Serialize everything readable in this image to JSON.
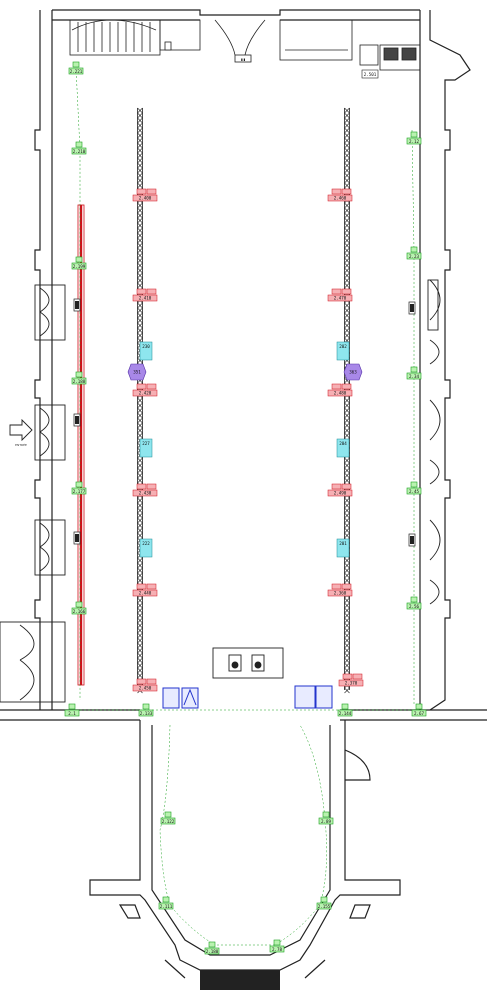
{
  "entrance_label": "ENTRÉE",
  "title_block": {
    "label": "2.501"
  },
  "green_points": [
    "2.221",
    "2.210",
    "2.199",
    "2.188",
    "2.177",
    "2.166",
    "2.1",
    "2.12",
    "2.23",
    "2.34",
    "2.45",
    "2.56",
    "2.67",
    "2.144",
    "2.133",
    "2.122",
    "2.111",
    "2.180",
    "2.78",
    "2.89",
    "2.155"
  ],
  "cyan_tags": [
    "230",
    "227",
    "222",
    "202",
    "204",
    "201"
  ],
  "red_tags": [
    "2.400",
    "2.410",
    "2.420",
    "2.430",
    "2.440",
    "2.450",
    "2.460",
    "2.470",
    "2.480",
    "2.490",
    "2.360",
    "2.370"
  ],
  "violet_tags": [
    "351",
    "363"
  ],
  "colors": {
    "wall": "#222222",
    "green": "#19a01e",
    "green_fill": "#b9f2b0",
    "red": "#d0101a",
    "red_fill": "#f6b0b4",
    "cyan_fill": "#8ee6ee",
    "violet_fill": "#a888e8",
    "blue": "#2233cc"
  }
}
